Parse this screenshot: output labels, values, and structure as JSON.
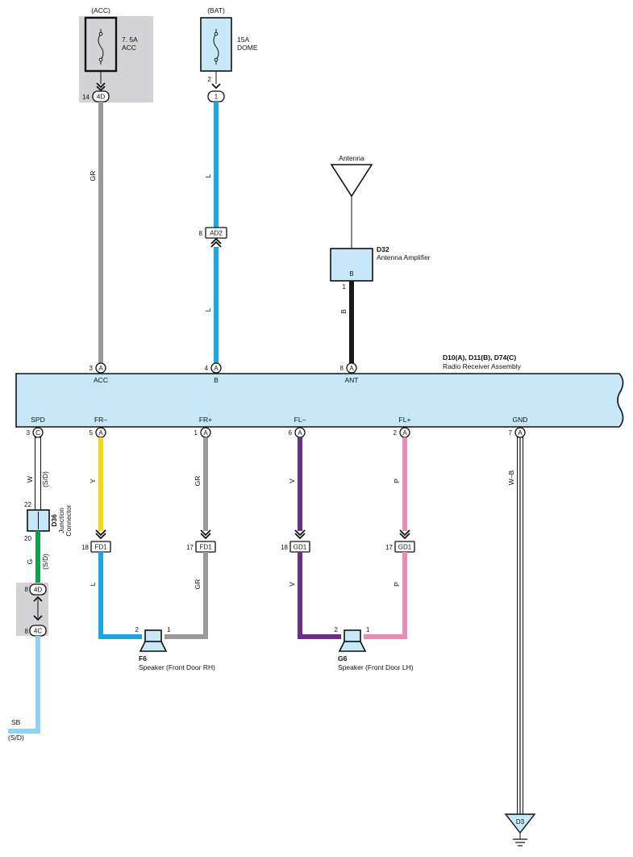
{
  "colors": {
    "component_fill": "#c6e8f8",
    "junction_block_shade": "#d3d3d5",
    "wire_gray": "#9a9a9c",
    "wire_blue": "#18a8e6",
    "wire_black": "#1a1a1a",
    "wire_yellow": "#f5d712",
    "wire_purple": "#6e2c8e",
    "wire_pink": "#ee8ab8",
    "wire_green": "#0ea04a",
    "wire_light_blue": "#8fd3f4"
  },
  "power": {
    "acc_source": "(ACC)",
    "acc_fuse_amps": "7. 5A",
    "acc_fuse_name": "ACC",
    "bat_source": "(BAT)",
    "bat_fuse_amps": "15A",
    "bat_fuse_name": "DOME"
  },
  "top_connectors": {
    "acc_pin": "14",
    "acc_code": "4D",
    "bat_pin_fuse": "2",
    "bat_code": "1",
    "ad2_pin": "8",
    "ad2_code": "AD2"
  },
  "antenna": {
    "label": "Antenna",
    "amp_id": "D32",
    "amp_name": "Antenna Amplifier",
    "amp_terminal": "B",
    "amp_pin": "1"
  },
  "wire_codes": {
    "acc": "GR",
    "bat_upper": "L",
    "bat_lower": "L",
    "ant": "B",
    "spd_upper": "W",
    "spd_upper_note": "(S/D)",
    "spd_mid": "G",
    "spd_mid_note": "(S/D)",
    "fr_minus_upper": "Y",
    "fr_minus_lower": "L",
    "fr_plus_upper": "GR",
    "fr_plus_lower": "GR",
    "fl_minus_upper": "V",
    "fl_minus_lower": "V",
    "fl_plus_upper": "P",
    "fl_plus_lower": "P",
    "gnd": "W–B"
  },
  "radio": {
    "ids": "D10(A), D11(B), D74(C)",
    "name": "Radio Receiver Assembly",
    "top_pins": [
      {
        "pin": "3",
        "conn": "A",
        "term": "ACC"
      },
      {
        "pin": "4",
        "conn": "A",
        "term": "B"
      },
      {
        "pin": "8",
        "conn": "A",
        "term": "ANT"
      }
    ],
    "bottom_pins": [
      {
        "pin": "3",
        "conn": "C",
        "term": "SPD"
      },
      {
        "pin": "5",
        "conn": "A",
        "term": "FR–"
      },
      {
        "pin": "1",
        "conn": "A",
        "term": "FR+"
      },
      {
        "pin": "6",
        "conn": "A",
        "term": "FL–"
      },
      {
        "pin": "2",
        "conn": "A",
        "term": "FL+"
      },
      {
        "pin": "7",
        "conn": "A",
        "term": "GND"
      }
    ]
  },
  "junction_connector": {
    "id": "D36",
    "name_line1": "Junction",
    "name_line2": "Connector",
    "pin_top": "22",
    "pin_bottom": "20"
  },
  "spd_connectors": {
    "upper_pin": "8",
    "upper_code": "4D",
    "lower_pin": "8",
    "lower_code": "4C",
    "sb_label": "SB",
    "sb_note": "(S/D)"
  },
  "door_connectors": {
    "fr_minus_pin": "18",
    "fr_minus_code": "FD1",
    "fr_plus_pin": "17",
    "fr_plus_code": "FD1",
    "fl_minus_pin": "18",
    "fl_minus_code": "GD1",
    "fl_plus_pin": "17",
    "fl_plus_code": "GD1"
  },
  "speakers": {
    "rh_id": "F6",
    "rh_name": "Speaker (Front Door RH)",
    "rh_pin_left": "2",
    "rh_pin_right": "1",
    "lh_id": "G6",
    "lh_name": "Speaker (Front Door LH)",
    "lh_pin_left": "2",
    "lh_pin_right": "1"
  },
  "ground": {
    "point": "D3"
  }
}
